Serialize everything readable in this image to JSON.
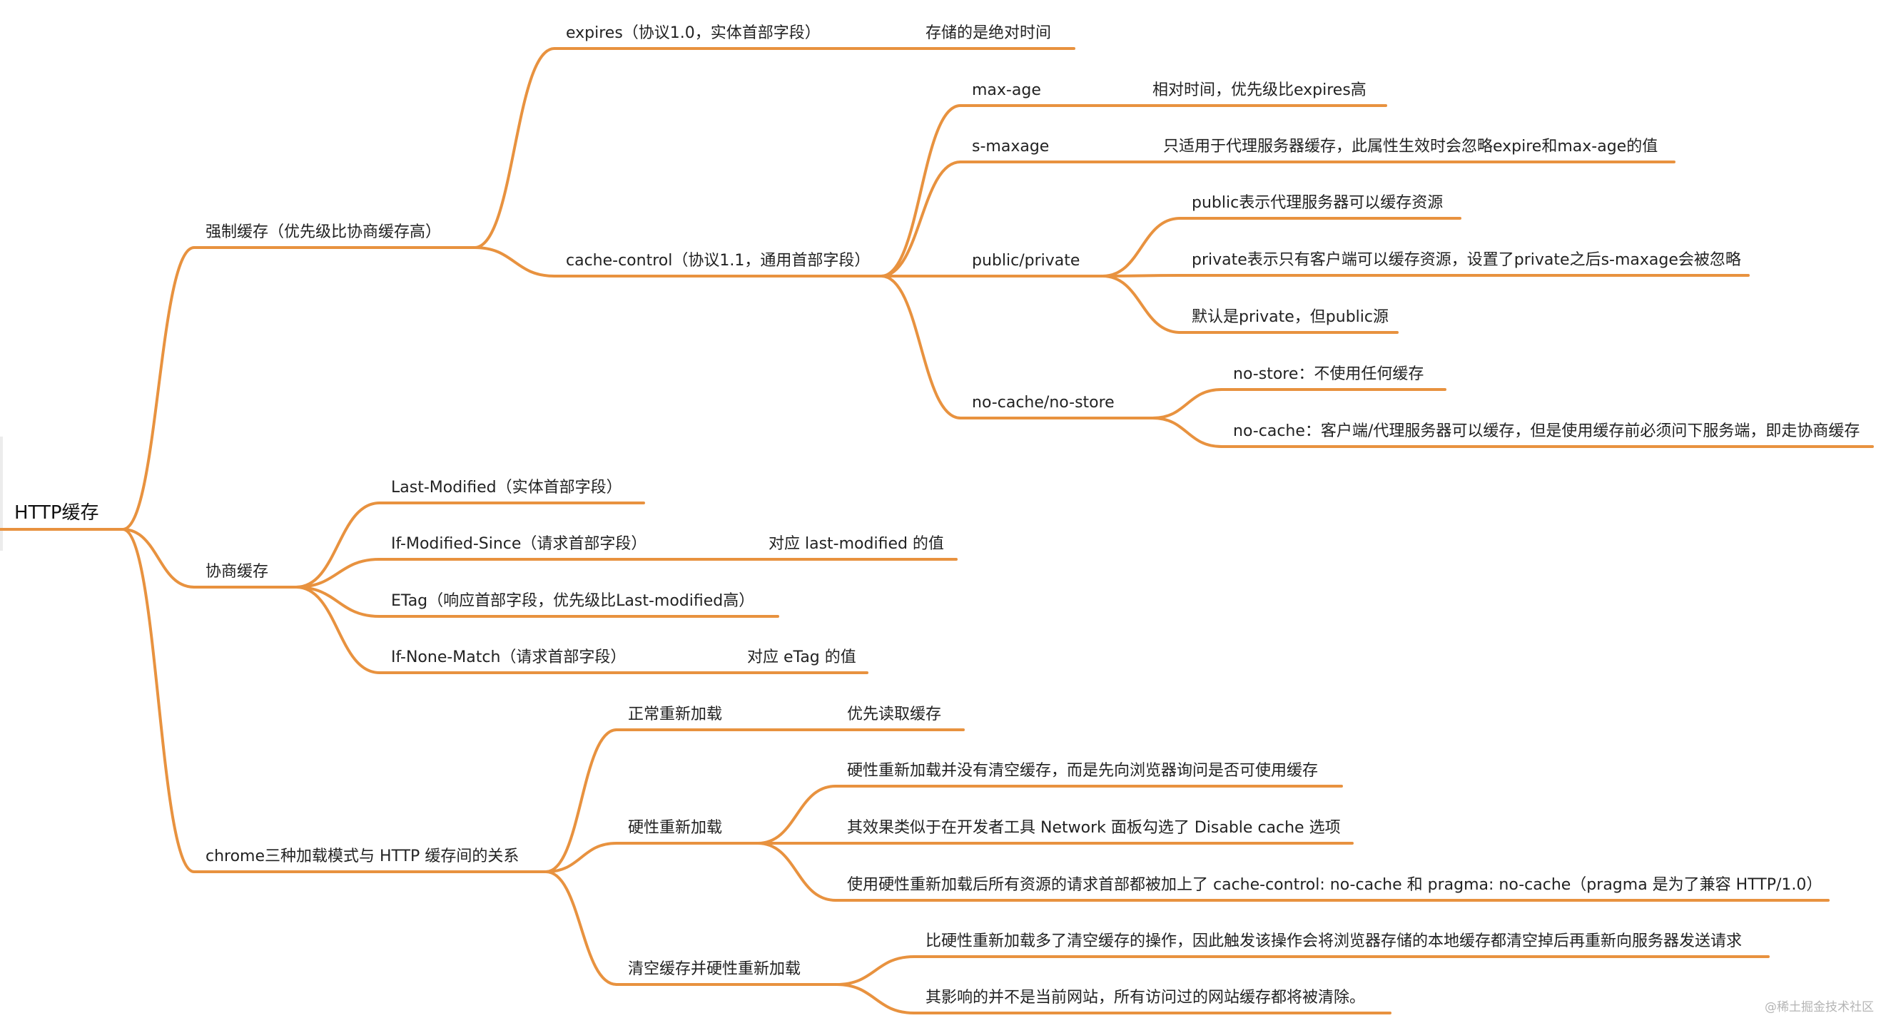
{
  "mindmap": {
    "root": "HTTP缓存",
    "nodes": [
      {
        "id": "strong",
        "parent": "root",
        "text": "强制缓存（优先级比协商缓存高）"
      },
      {
        "id": "expires",
        "parent": "strong",
        "text": "expires（协议1.0，实体首部字段）"
      },
      {
        "id": "expires_abs",
        "parent": "expires",
        "text": "存储的是绝对时间"
      },
      {
        "id": "cc",
        "parent": "strong",
        "text": "cache-control（协议1.1，通用首部字段）"
      },
      {
        "id": "maxage",
        "parent": "cc",
        "text": "max-age"
      },
      {
        "id": "maxage_d",
        "parent": "maxage",
        "text": "相对时间，优先级比expires高"
      },
      {
        "id": "smaxage",
        "parent": "cc",
        "text": "s-maxage"
      },
      {
        "id": "smaxage_d",
        "parent": "smaxage",
        "text": "只适用于代理服务器缓存，此属性生效时会忽略expire和max-age的值"
      },
      {
        "id": "pubpriv",
        "parent": "cc",
        "text": "public/private"
      },
      {
        "id": "pub_d",
        "parent": "pubpriv",
        "text": "public表示代理服务器可以缓存资源"
      },
      {
        "id": "priv_d",
        "parent": "pubpriv",
        "text": "private表示只有客户端可以缓存资源，设置了private之后s-maxage会被忽略"
      },
      {
        "id": "default_d",
        "parent": "pubpriv",
        "text": "默认是private，但public源"
      },
      {
        "id": "nocache",
        "parent": "cc",
        "text": "no-cache/no-store"
      },
      {
        "id": "nostore_d",
        "parent": "nocache",
        "text": "no-store：不使用任何缓存"
      },
      {
        "id": "nocache_d",
        "parent": "nocache",
        "text": "no-cache：客户端/代理服务器可以缓存，但是使用缓存前必须问下服务端，即走协商缓存"
      },
      {
        "id": "nego",
        "parent": "root",
        "text": "协商缓存"
      },
      {
        "id": "lastmod",
        "parent": "nego",
        "text": "Last-Modified（实体首部字段）"
      },
      {
        "id": "ims",
        "parent": "nego",
        "text": "If-Modified-Since（请求首部字段）"
      },
      {
        "id": "ims_d",
        "parent": "ims",
        "text": "对应 last-modified 的值"
      },
      {
        "id": "etag",
        "parent": "nego",
        "text": "ETag（响应首部字段，优先级比Last-modified高）"
      },
      {
        "id": "inm",
        "parent": "nego",
        "text": "If-None-Match（请求首部字段）"
      },
      {
        "id": "inm_d",
        "parent": "inm",
        "text": "对应 eTag 的值"
      },
      {
        "id": "chrome",
        "parent": "root",
        "text": "chrome三种加载模式与 HTTP 缓存间的关系"
      },
      {
        "id": "normal",
        "parent": "chrome",
        "text": "正常重新加载"
      },
      {
        "id": "normal_d",
        "parent": "normal",
        "text": "优先读取缓存"
      },
      {
        "id": "hard",
        "parent": "chrome",
        "text": "硬性重新加载"
      },
      {
        "id": "hard_d1",
        "parent": "hard",
        "text": "硬性重新加载并没有清空缓存，而是先向浏览器询问是否可使用缓存"
      },
      {
        "id": "hard_d2",
        "parent": "hard",
        "text": "其效果类似于在开发者工具 Network 面板勾选了 Disable cache 选项"
      },
      {
        "id": "hard_d3",
        "parent": "hard",
        "text": "使用硬性重新加载后所有资源的请求首部都被加上了 cache-control: no-cache 和 pragma: no-cache（pragma 是为了兼容 HTTP/1.0）"
      },
      {
        "id": "clear",
        "parent": "chrome",
        "text": "清空缓存并硬性重新加载"
      },
      {
        "id": "clear_d1",
        "parent": "clear",
        "text": "比硬性重新加载多了清空缓存的操作，因此触发该操作会将浏览器存储的本地缓存都清空掉后再重新向服务器发送请求"
      },
      {
        "id": "clear_d2",
        "parent": "clear",
        "text": "其影响的并不是当前网站，所有访问过的网站缓存都将被清除。"
      }
    ]
  },
  "colors": {
    "branch": "#e8923f",
    "text": "#222222"
  },
  "watermark": "@稀土掘金技术社区"
}
